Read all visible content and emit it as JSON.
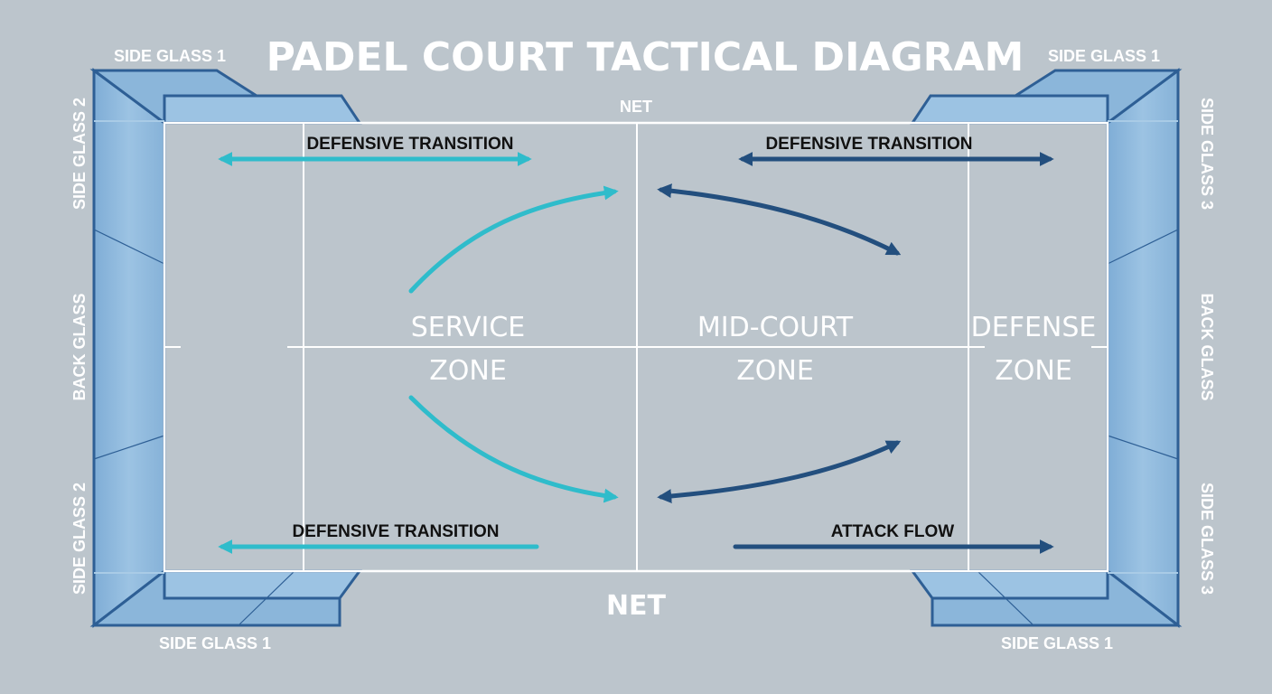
{
  "title": "PADEL COURT TACTICAL DIAGRAM",
  "glass": {
    "top_left": "SIDE GLASS 1",
    "top_right": "SIDE GLASS 1",
    "bottom_left": "SIDE GLASS 1",
    "bottom_right": "SIDE GLASS 1",
    "left_upper": "SIDE GLASS 2",
    "left_middle": "BACK GLASS",
    "left_lower": "SIDE GLASS 2",
    "right_upper": "SIDE GLASS 3",
    "right_middle": "BACK GLASS",
    "right_lower": "SIDE GLASS 3"
  },
  "net": {
    "top": "NET",
    "bottom": "NET"
  },
  "zones": [
    {
      "line1": "SERVICE",
      "line2": "ZONE"
    },
    {
      "line1": "MID-COURT",
      "line2": "ZONE"
    },
    {
      "line1": "DEFENSE",
      "line2": "ZONE"
    }
  ],
  "flows": {
    "top_left": "DEFENSIVE TRANSITION",
    "top_right": "DEFENSIVE TRANSITION",
    "bottom_left": "DEFENSIVE TRANSITION",
    "bottom_right": "ATTACK FLOW"
  },
  "colors": {
    "background": "#bcc5cc",
    "glass_fill": "#8bb6da",
    "glass_edge": "#2e5f95",
    "court_line": "#ffffff",
    "arrow_light": "#2fbccb",
    "arrow_dark": "#234f7e"
  }
}
